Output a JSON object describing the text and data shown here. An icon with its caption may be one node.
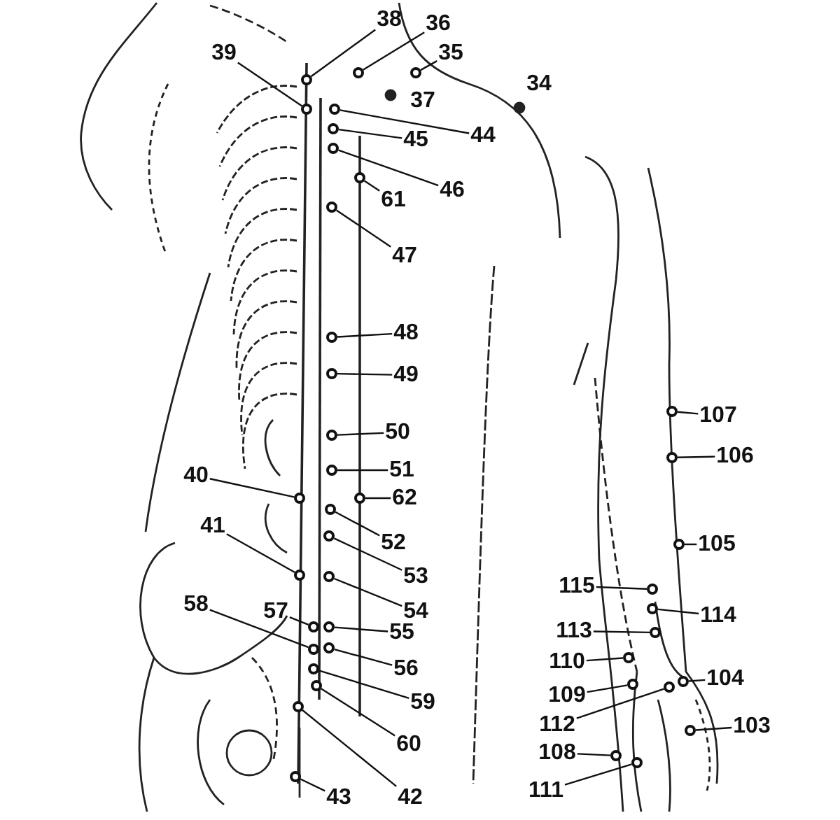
{
  "diagram": {
    "nodes": [
      {
        "text": [
          "38"
        ]
      },
      {
        "text": [],
        "shape": "circle"
      },
      {
        "text": [
          "36"
        ]
      },
      {
        "text": [],
        "shape": "circle"
      },
      {
        "text": [
          "35"
        ]
      },
      {
        "text": [],
        "shape": "circle"
      },
      {
        "text": [
          "39"
        ]
      },
      {
        "text": [],
        "shape": "circle"
      },
      {
        "text": [
          "44"
        ]
      },
      {
        "text": [],
        "shape": "circle"
      },
      {
        "text": [
          "45"
        ]
      },
      {
        "text": [],
        "shape": "circle"
      },
      {
        "text": [
          "46"
        ]
      },
      {
        "text": [],
        "shape": "circle"
      },
      {
        "text": [
          "61"
        ]
      },
      {
        "text": [],
        "shape": "circle"
      },
      {
        "text": [
          "47"
        ]
      },
      {
        "text": [],
        "shape": "circle"
      },
      {
        "text": [
          "48"
        ]
      },
      {
        "text": [],
        "shape": "circle"
      },
      {
        "text": [
          "49"
        ]
      },
      {
        "text": [],
        "shape": "circle"
      },
      {
        "text": [
          "50"
        ]
      },
      {
        "text": [],
        "shape": "circle"
      },
      {
        "text": [
          "51"
        ]
      },
      {
        "text": [],
        "shape": "circle"
      },
      {
        "text": [
          "40"
        ]
      },
      {
        "text": [],
        "shape": "circle"
      },
      {
        "text": [
          "62"
        ]
      },
      {
        "text": [],
        "shape": "circle"
      },
      {
        "text": [
          "52"
        ]
      },
      {
        "text": [],
        "shape": "circle"
      },
      {
        "text": [
          "53"
        ]
      },
      {
        "text": [],
        "shape": "circle"
      },
      {
        "text": [
          "41"
        ]
      },
      {
        "text": [],
        "shape": "circle"
      },
      {
        "text": [
          "54"
        ]
      },
      {
        "text": [],
        "shape": "circle"
      },
      {
        "text": [
          "58"
        ]
      },
      {
        "text": [],
        "shape": "circle"
      },
      {
        "text": [
          "57"
        ]
      },
      {
        "text": [],
        "shape": "circle"
      },
      {
        "text": [
          "55"
        ]
      },
      {
        "text": [],
        "shape": "circle"
      },
      {
        "text": [
          "56"
        ]
      },
      {
        "text": [],
        "shape": "circle"
      },
      {
        "text": [
          "59"
        ]
      },
      {
        "text": [],
        "shape": "circle"
      },
      {
        "text": [
          "60"
        ]
      },
      {
        "text": [],
        "shape": "circle"
      },
      {
        "text": [
          "42"
        ]
      },
      {
        "text": [],
        "shape": "circle"
      },
      {
        "text": [
          "43"
        ]
      },
      {
        "text": [],
        "shape": "circle"
      },
      {
        "text": [
          "107"
        ]
      },
      {
        "text": [],
        "shape": "circle"
      },
      {
        "text": [
          "106"
        ]
      },
      {
        "text": [],
        "shape": "circle"
      },
      {
        "text": [
          "105"
        ]
      },
      {
        "text": [],
        "shape": "circle"
      },
      {
        "text": [
          "115"
        ]
      },
      {
        "text": [],
        "shape": "circle"
      },
      {
        "text": [
          "114"
        ]
      },
      {
        "text": [],
        "shape": "circle"
      },
      {
        "text": [
          "113"
        ]
      },
      {
        "text": [],
        "shape": "circle"
      },
      {
        "text": [
          "110"
        ]
      },
      {
        "text": [],
        "shape": "circle"
      },
      {
        "text": [
          "109"
        ]
      },
      {
        "text": [],
        "shape": "circle"
      },
      {
        "text": [
          "104"
        ]
      },
      {
        "text": [],
        "shape": "circle"
      },
      {
        "text": [
          "112"
        ]
      },
      {
        "text": [],
        "shape": "circle"
      },
      {
        "text": [
          "103"
        ]
      },
      {
        "text": [],
        "shape": "circle"
      },
      {
        "text": [
          "108"
        ]
      },
      {
        "text": [],
        "shape": "circle"
      },
      {
        "text": [
          "111"
        ]
      },
      {
        "text": [],
        "shape": "circle"
      }
    ],
    "edges": [
      {
        "from": 0,
        "to": 1,
        "arrow": "none"
      },
      {
        "from": 2,
        "to": 3,
        "arrow": "none"
      },
      {
        "from": 4,
        "to": 5,
        "arrow": "none"
      },
      {
        "from": 6,
        "to": 7,
        "arrow": "none"
      },
      {
        "from": 8,
        "to": 9,
        "arrow": "none"
      },
      {
        "from": 10,
        "to": 11,
        "arrow": "none"
      },
      {
        "from": 12,
        "to": 13,
        "arrow": "none"
      },
      {
        "from": 14,
        "to": 15,
        "arrow": "none"
      },
      {
        "from": 16,
        "to": 17,
        "arrow": "none"
      },
      {
        "from": 18,
        "to": 19,
        "arrow": "none"
      },
      {
        "from": 20,
        "to": 21,
        "arrow": "none"
      },
      {
        "from": 22,
        "to": 23,
        "arrow": "none"
      },
      {
        "from": 24,
        "to": 25,
        "arrow": "none"
      },
      {
        "from": 26,
        "to": 27,
        "arrow": "none"
      },
      {
        "from": 28,
        "to": 29,
        "arrow": "none"
      },
      {
        "from": 30,
        "to": 31,
        "arrow": "none"
      },
      {
        "from": 32,
        "to": 33,
        "arrow": "none"
      },
      {
        "from": 34,
        "to": 35,
        "arrow": "none"
      },
      {
        "from": 36,
        "to": 37,
        "arrow": "none"
      },
      {
        "from": 38,
        "to": 39,
        "arrow": "none"
      },
      {
        "from": 40,
        "to": 41,
        "arrow": "none"
      },
      {
        "from": 42,
        "to": 43,
        "arrow": "none"
      },
      {
        "from": 44,
        "to": 45,
        "arrow": "none"
      },
      {
        "from": 46,
        "to": 47,
        "arrow": "none"
      },
      {
        "from": 48,
        "to": 49,
        "arrow": "none"
      },
      {
        "from": 50,
        "to": 51,
        "arrow": "none"
      },
      {
        "from": 52,
        "to": 53,
        "arrow": "none"
      },
      {
        "from": 54,
        "to": 55,
        "arrow": "none"
      },
      {
        "from": 56,
        "to": 57,
        "arrow": "none"
      },
      {
        "from": 58,
        "to": 59,
        "arrow": "none"
      },
      {
        "from": 60,
        "to": 61,
        "arrow": "none"
      },
      {
        "from": 62,
        "to": 63,
        "arrow": "none"
      },
      {
        "from": 64,
        "to": 65,
        "arrow": "none"
      },
      {
        "from": 66,
        "to": 67,
        "arrow": "none"
      },
      {
        "from": 68,
        "to": 69,
        "arrow": "none"
      },
      {
        "from": 70,
        "to": 71,
        "arrow": "none"
      },
      {
        "from": 72,
        "to": 73,
        "arrow": "none"
      },
      {
        "from": 74,
        "to": 75,
        "arrow": "none"
      },
      {
        "from": 76,
        "to": 77,
        "arrow": "none"
      },
      {
        "from": 78,
        "to": 79,
        "arrow": "none"
      }
    ],
    "labels": [
      "34",
      "37"
    ]
  }
}
